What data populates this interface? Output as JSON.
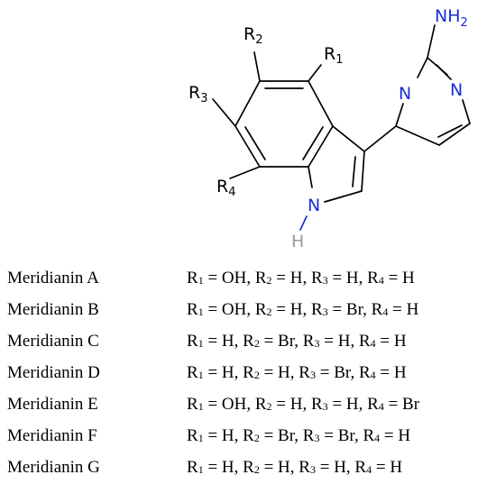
{
  "structure": {
    "atoms": {
      "nh2": {
        "main": "NH",
        "sub": "2"
      },
      "pyrimidine_n1": "N",
      "pyrimidine_n2": "N",
      "indole_nh": "N",
      "indole_h": "H",
      "r1": {
        "main": "R",
        "sub": "1"
      },
      "r2": {
        "main": "R",
        "sub": "2"
      },
      "r3": {
        "main": "R",
        "sub": "3"
      },
      "r4": {
        "main": "R",
        "sub": "4"
      }
    },
    "colors": {
      "nitrogen": "#1a2fd6",
      "hydrogen": "#9a9a9a",
      "bond": "#000000"
    }
  },
  "compounds": [
    {
      "name": "Meridianin A",
      "r1": "OH",
      "r2": "H",
      "r3": "H",
      "r4": "H"
    },
    {
      "name": "Meridianin B",
      "r1": "OH",
      "r2": "H",
      "r3": "Br",
      "r4": "H"
    },
    {
      "name": "Meridianin C",
      "r1": "H",
      "r2": "Br",
      "r3": "H",
      "r4": "H"
    },
    {
      "name": "Meridianin D",
      "r1": "H",
      "r2": "H",
      "r3": "Br",
      "r4": "H"
    },
    {
      "name": "Meridianin E",
      "r1": "OH",
      "r2": "H",
      "r3": "H",
      "r4": "Br"
    },
    {
      "name": "Meridianin F",
      "r1": "H",
      "r2": "Br",
      "r3": "Br",
      "r4": "H"
    },
    {
      "name": "Meridianin G",
      "r1": "H",
      "r2": "H",
      "r3": "H",
      "r4": "H"
    }
  ]
}
